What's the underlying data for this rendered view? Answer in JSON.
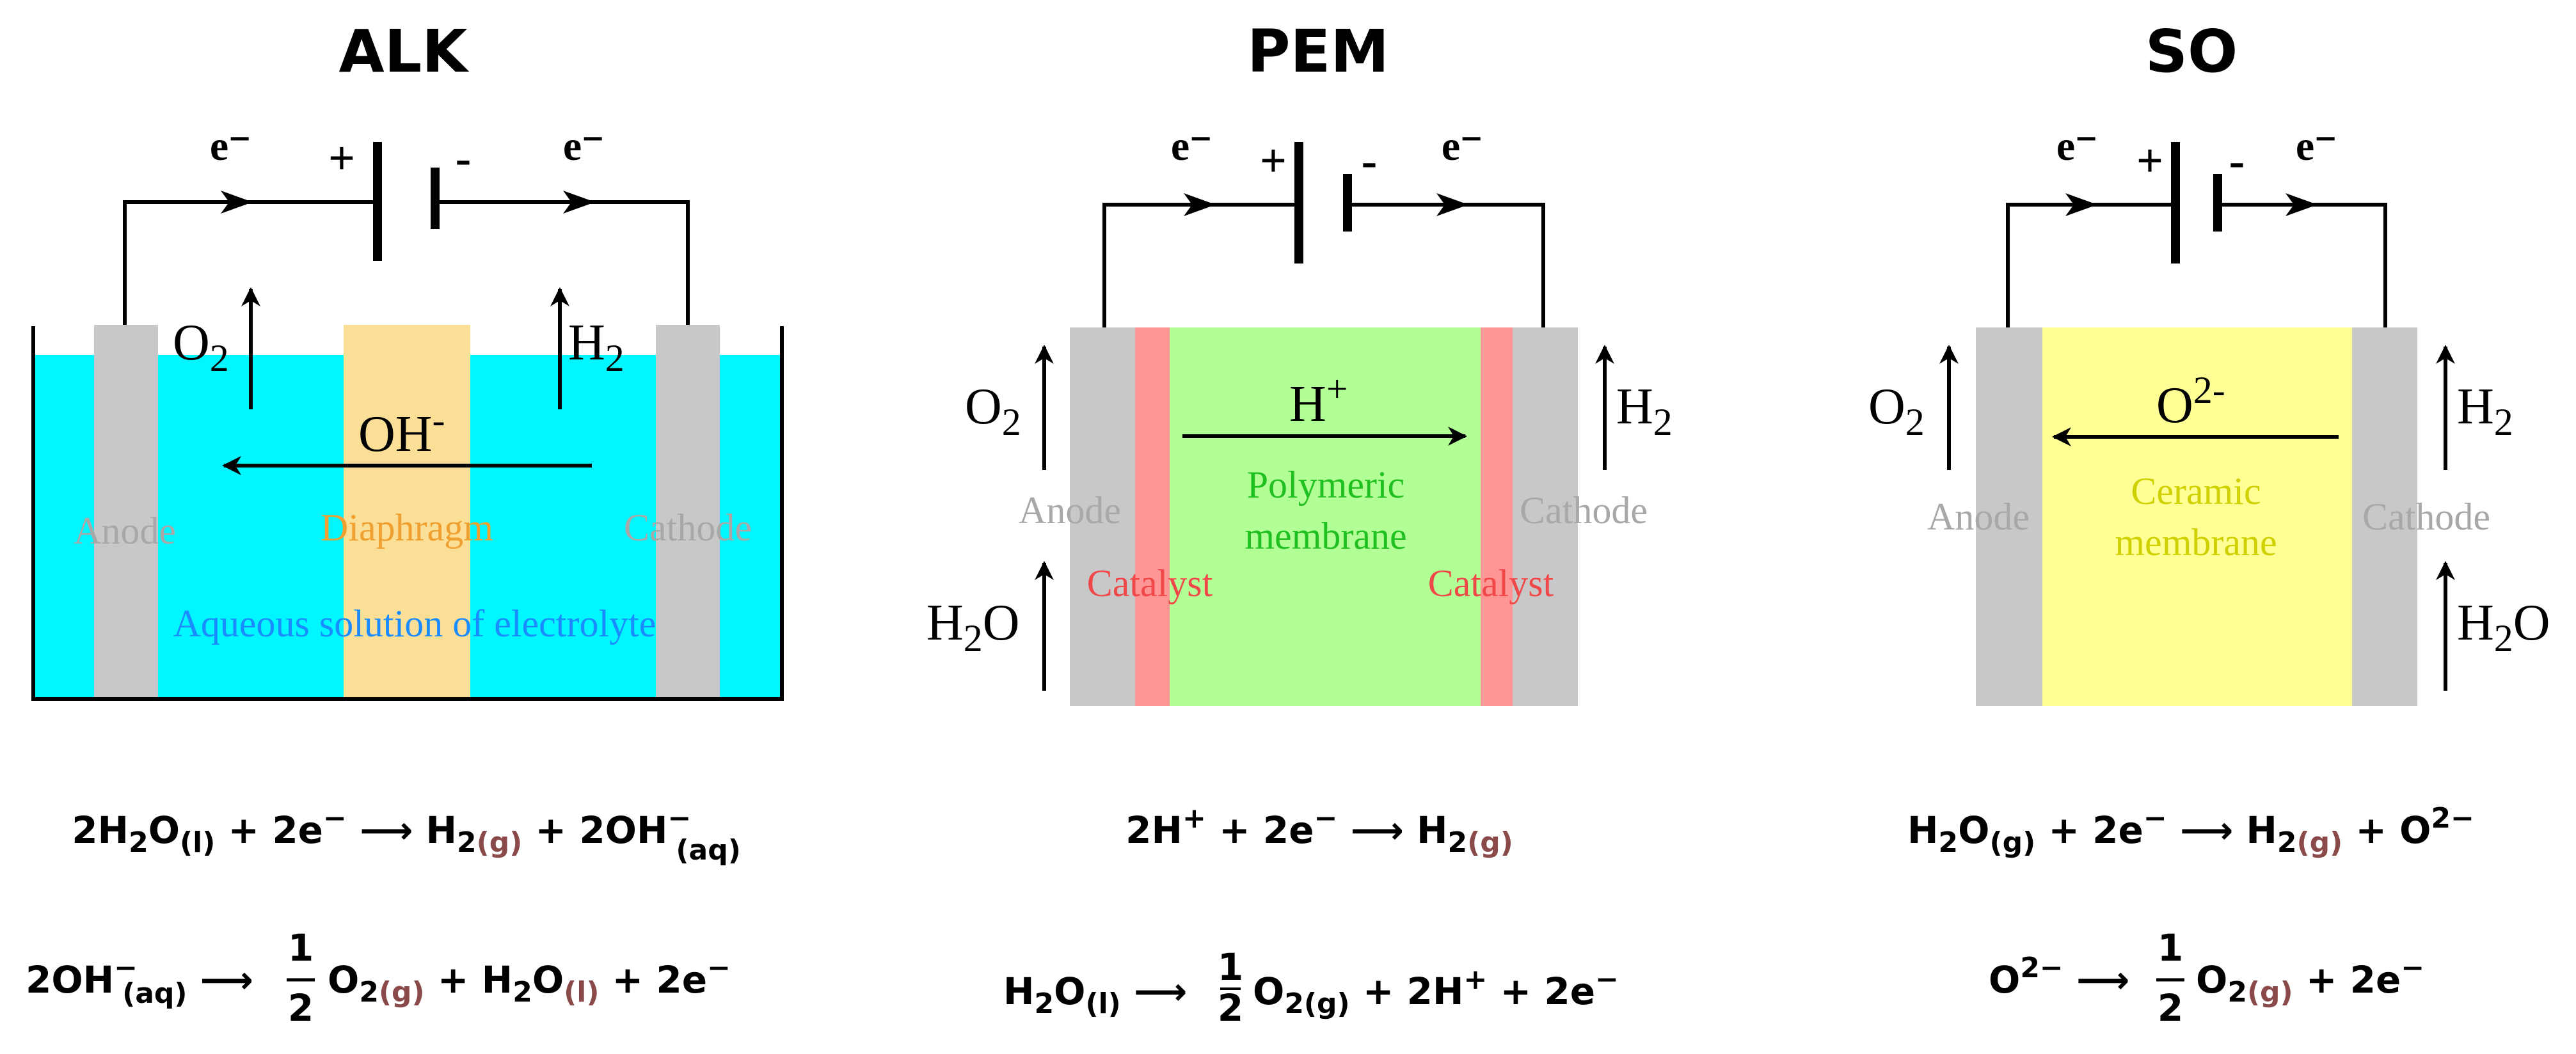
{
  "colors": {
    "electrolyte": "#00f7ff",
    "electrode": "#c8c8c8",
    "diaphragm": "#fcdf96",
    "polymer_membrane": "#b2ff96",
    "catalyst": "#ff9696",
    "ceramic_membrane": "#ffff96",
    "label_grey": "#a8a8a8",
    "label_orange": "#f0a030",
    "label_blue": "#1a8cff",
    "label_green": "#20c020",
    "label_red": "#f04848",
    "label_yellow": "#d0d000",
    "subscript_brown": "#8a4a4a"
  },
  "panels": [
    {
      "title": "ALK",
      "electron_left": "e⁻",
      "electron_right": "e⁻",
      "plus": "+",
      "minus": "-",
      "gas_left": "O",
      "gas_left_sub": "2",
      "gas_right": "H",
      "gas_right_sub": "2",
      "ion": "OH",
      "ion_sup": "-",
      "labels": {
        "anode": "Anode",
        "diaphragm": "Diaphragm",
        "cathode": "Cathode",
        "electrolyte": "Aqueous solution of electrolyte"
      },
      "eq1": {
        "c1": "2H",
        "s1": "2",
        "c2": "O",
        "s2": "(l)",
        "c3": " + 2e",
        "sp3": "−",
        "arrow": " ⟶ ",
        "c4": "H",
        "s4a": "2",
        "s4b": "(g)",
        "c5": " + 2OH",
        "sp5": "−",
        "s5": "(aq)"
      },
      "eq2": {
        "c1": "2OH",
        "sp1": "−",
        "s1": "(aq)",
        "arrow": " ⟶ ",
        "num": "1",
        "den": "2",
        "c2": "O",
        "s2a": "2",
        "s2b": "(g)",
        "c3": " + H",
        "s3": "2",
        "c4": "O",
        "s4": "(l)",
        "c5": " + 2e",
        "sp5": "−"
      }
    },
    {
      "title": "PEM",
      "electron_left": "e⁻",
      "electron_right": "e⁻",
      "plus": "+",
      "minus": "-",
      "gas_left": "O",
      "gas_left_sub": "2",
      "gas_left_in": "H",
      "gas_left_in_sub": "2",
      "gas_left_in_end": "O",
      "gas_right": "H",
      "gas_right_sub": "2",
      "ion": "H",
      "ion_sup": "+",
      "labels": {
        "anode": "Anode",
        "membrane_1": "Polymeric",
        "membrane_2": "membrane",
        "cathode": "Cathode",
        "catalyst": "Catalyst"
      },
      "eq1": {
        "c1": "2H",
        "sp1": "+",
        "c2": " + 2e",
        "sp2": "−",
        "arrow": " ⟶ ",
        "c3": "H",
        "s3a": "2",
        "s3b": "(g)"
      },
      "eq2": {
        "c1": "H",
        "s1": "2",
        "c2": "O",
        "s2": "(l)",
        "arrow": " ⟶ ",
        "num": "1",
        "den": "2",
        "c3": "O",
        "s3": "2(g)",
        "c4": " + 2H",
        "sp4": "+",
        "c5": " + 2e",
        "sp5": "−"
      }
    },
    {
      "title": "SO",
      "electron_left": "e⁻",
      "electron_right": "e⁻",
      "plus": "+",
      "minus": "-",
      "gas_left": "O",
      "gas_left_sub": "2",
      "gas_right": "H",
      "gas_right_sub": "2",
      "gas_right_in": "H",
      "gas_right_in_sub": "2",
      "gas_right_in_end": "O",
      "ion": "O",
      "ion_sup": "2-",
      "labels": {
        "anode": "Anode",
        "membrane_1": "Ceramic",
        "membrane_2": "membrane",
        "cathode": "Cathode"
      },
      "eq1": {
        "c1": "H",
        "s1": "2",
        "c2": "O",
        "s2": "(g)",
        "c3": " + 2e",
        "sp3": "−",
        "arrow": " ⟶ ",
        "c4": "H",
        "s4a": "2",
        "s4b": "(g)",
        "c5": " + O",
        "sp5": "2−"
      },
      "eq2": {
        "c1": "O",
        "sp1": "2−",
        "arrow": " ⟶ ",
        "num": "1",
        "den": "2",
        "c2": "O",
        "s2a": "2",
        "s2b": "(g)",
        "c3": " + 2e",
        "sp3": "−"
      }
    }
  ]
}
